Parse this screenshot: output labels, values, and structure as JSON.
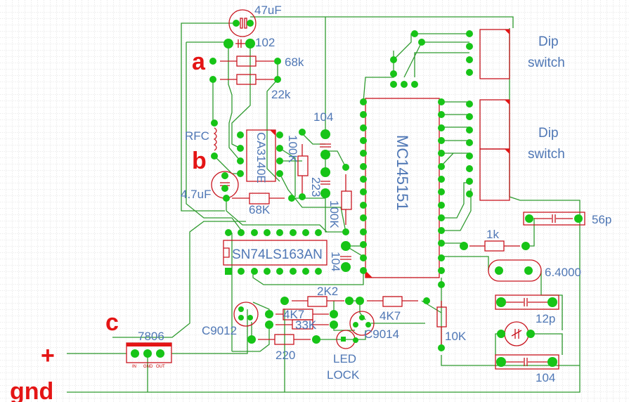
{
  "colors": {
    "trace": "#2e9a2e",
    "pad": "#17c417",
    "outline": "#c8141e",
    "label": "#4f77b5",
    "net_label": "#e41515",
    "grid": "#cfcfcf"
  },
  "net_labels": {
    "a": "a",
    "b": "b",
    "c": "c",
    "plus": "+",
    "gnd": "gnd"
  },
  "components": {
    "c_47uf": "47uF",
    "c_102": "102",
    "r_68k_top": "68k",
    "r_22k": "22k",
    "rfc": "RFC",
    "ic_ca3140": "CA3140E",
    "c_104_top": "104",
    "r_100k_a": "100K",
    "c_223": "223",
    "c_4u7": "4.7uF",
    "r_68k_bottom": "68K",
    "r_100k_b": "100K",
    "ic_mc145151": "MC145151",
    "dip1_line1": "Dip",
    "dip1_line2": "switch",
    "dip2_line1": "Dip",
    "dip2_line2": "switch",
    "ic_counter": "SN74LS163AN",
    "c_104_mid": "104",
    "c_56p": "56p",
    "r_1k": "1k",
    "crystal": "6.4000",
    "c_12p": "12p",
    "c_104_bottom": "104",
    "r_10k": "10K",
    "r_2k2": "2K2",
    "r_4k7_right": "4K7",
    "r_4k7_left": "4K7",
    "r_33k": "33K",
    "q_c9012": "C9012",
    "q_c9014": "C9014",
    "r_220": "220",
    "led_line1": "LED",
    "led_line2": "LOCK",
    "reg_7806": "7806",
    "reg_pins": {
      "in": "IN",
      "gnd": "GND",
      "out": "OUT"
    }
  }
}
